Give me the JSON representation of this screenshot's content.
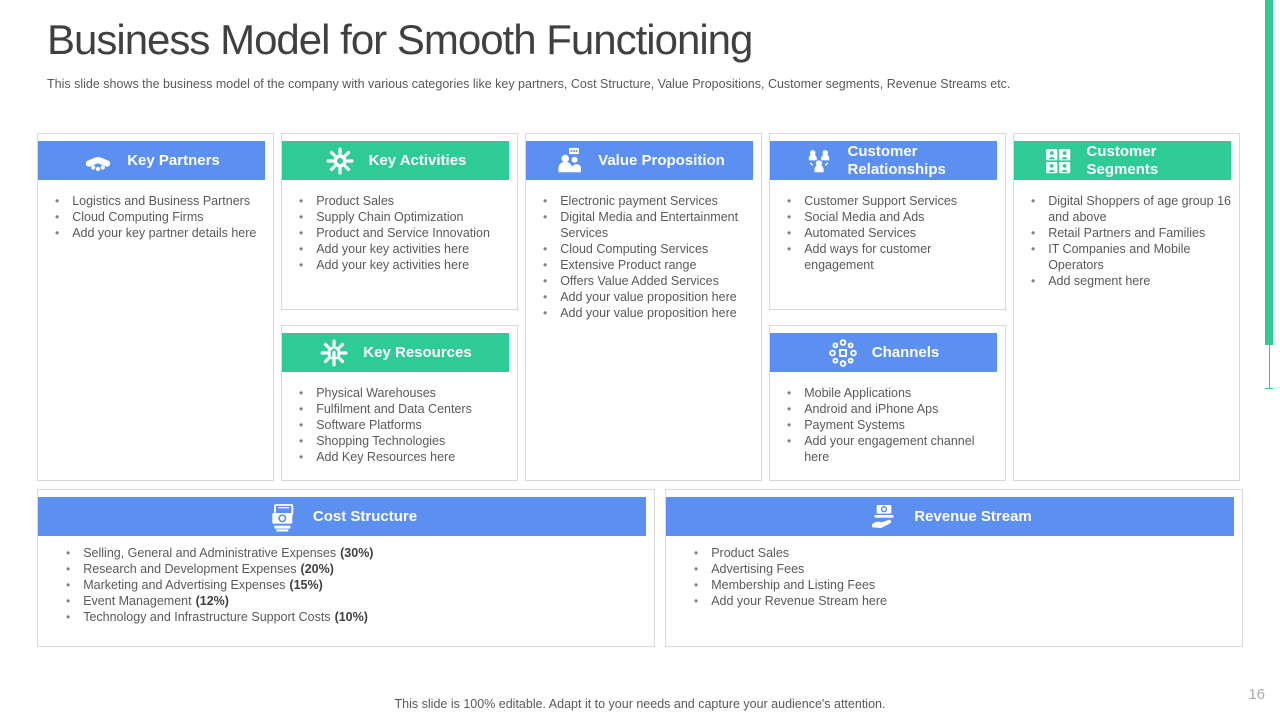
{
  "slide": {
    "title": "Business Model for Smooth Functioning",
    "subtitle": "This slide shows the business model of the company with various categories like key partners, Cost Structure, Value Propositions, Customer segments, Revenue Streams etc.",
    "footer": "This slide is 100% editable. Adapt it to your needs and capture your audience's attention.",
    "page_number": "16"
  },
  "colors": {
    "blue": "#5B8FF0",
    "green": "#2FCB96",
    "body_text": "#595959",
    "title_text": "#404040"
  },
  "canvas": {
    "key_partners": {
      "title": "Key Partners",
      "icon": "handshake-icon",
      "items": [
        "Logistics and Business Partners",
        "Cloud Computing Firms",
        "Add your key partner details here"
      ]
    },
    "key_activities": {
      "title": "Key Activities",
      "icon": "gear-tools-icon",
      "items": [
        "Product Sales",
        "Supply Chain Optimization",
        "Product and Service Innovation",
        "Add your key activities here",
        "Add your key activities here"
      ]
    },
    "key_resources": {
      "title": "Key Resources",
      "icon": "gear-resources-icon",
      "items": [
        "Physical Warehouses",
        "Fulfilment and Data Centers",
        "Software Platforms",
        "Shopping Technologies",
        "Add Key Resources here"
      ]
    },
    "value_proposition": {
      "title": "Value Proposition",
      "icon": "people-chat-icon",
      "items": [
        "Electronic payment Services",
        "Digital Media and Entertainment Services",
        "Cloud Computing Services",
        "Extensive Product range",
        "Offers Value Added Services",
        "Add your value proposition here",
        "Add your value proposition here"
      ]
    },
    "customer_relationships": {
      "title": "Customer Relationships",
      "icon": "people-group-icon",
      "items": [
        "Customer Support Services",
        "Social Media and Ads",
        "Automated Services",
        "Add ways for customer engagement"
      ]
    },
    "channels": {
      "title": "Channels",
      "icon": "hub-network-icon",
      "items": [
        "Mobile Applications",
        "Android and iPhone Aps",
        "Payment Systems",
        "Add your engagement channel here"
      ]
    },
    "customer_segments": {
      "title": "Customer Segments",
      "icon": "user-grid-icon",
      "items": [
        "Digital Shoppers of age group 16 and above",
        "Retail Partners and Families",
        "IT Companies and Mobile Operators",
        "Add segment here"
      ]
    },
    "cost_structure": {
      "title": "Cost Structure",
      "icon": "money-stack-icon",
      "items": [
        {
          "text": "Selling, General and Administrative Expenses",
          "pct": "(30%)"
        },
        {
          "text": "Research and Development Expenses",
          "pct": "(20%)"
        },
        {
          "text": "Marketing and Advertising Expenses",
          "pct": "(15%)"
        },
        {
          "text": "Event Management",
          "pct": "(12%)"
        },
        {
          "text": "Technology and Infrastructure Support Costs",
          "pct": "(10%)"
        }
      ]
    },
    "revenue_stream": {
      "title": "Revenue Stream",
      "icon": "hand-money-icon",
      "items": [
        "Product Sales",
        "Advertising Fees",
        "Membership and Listing Fees",
        "Add your Revenue Stream here"
      ]
    }
  }
}
